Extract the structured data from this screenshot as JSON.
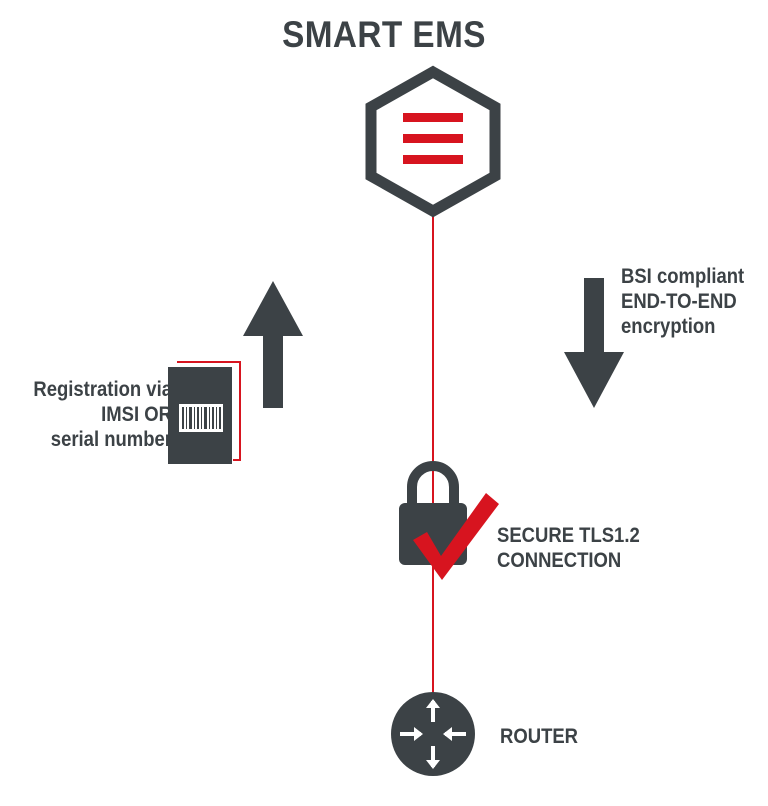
{
  "diagram": {
    "title": "SMART EMS",
    "registration_label": [
      "Registration via",
      "IMSI OR",
      "serial number"
    ],
    "encryption_label": [
      "BSI compliant",
      "END-TO-END",
      "encryption"
    ],
    "secure_label": [
      "SECURE TLS1.2",
      "CONNECTION"
    ],
    "router_label": "ROUTER"
  },
  "colors": {
    "dark": "#3c4246",
    "accent": "#d7141f",
    "background": "#ffffff"
  },
  "icons": {
    "server": "smart-ems-hexagon-icon",
    "sim": "sim-card-barcode-icon",
    "upload": "arrow-up-icon",
    "download": "arrow-down-icon",
    "security": "padlock-checkmark-icon",
    "router": "router-icon"
  }
}
